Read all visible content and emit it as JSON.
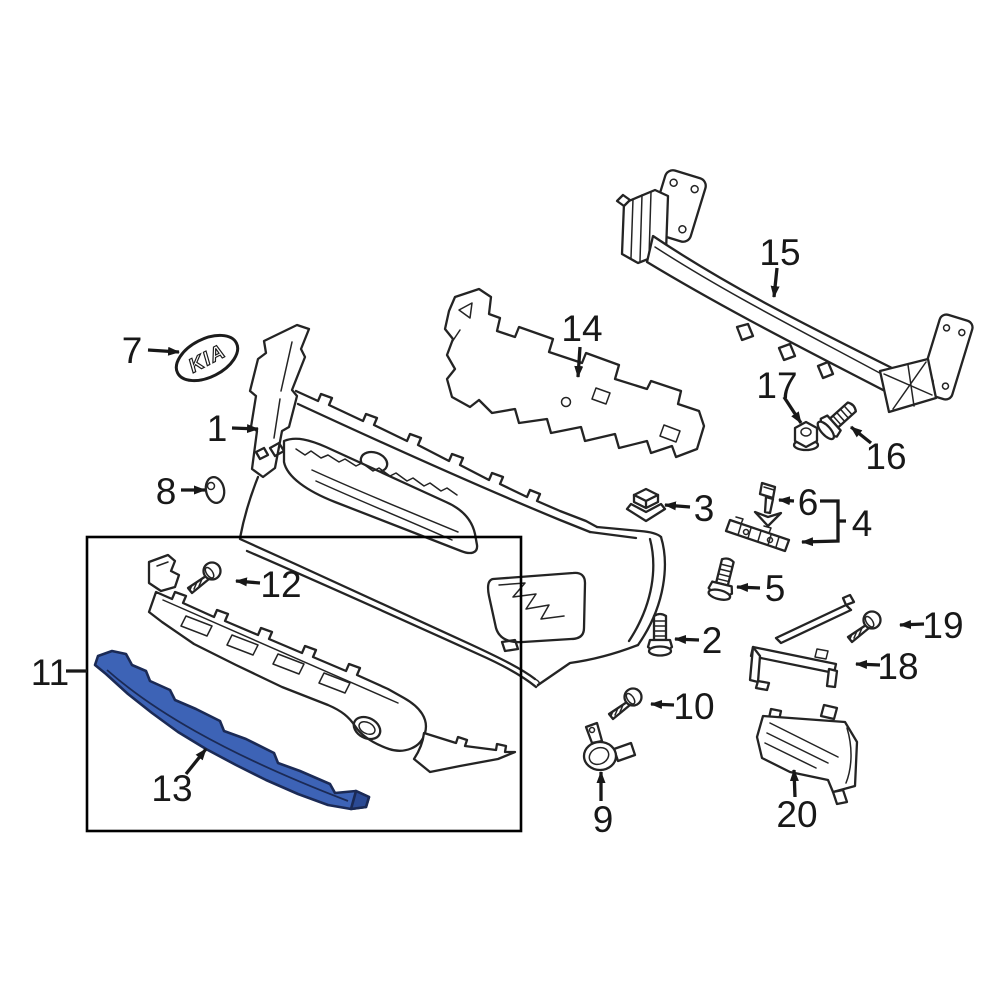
{
  "diagram": {
    "background": "#ffffff",
    "line_color": "#242424",
    "label_color": "#181818",
    "box_color": "#000000",
    "highlight_fill": "#3d63b6",
    "highlight_shade": "#2b4a94",
    "highlighted_part": "13",
    "emblem_text": "KIA",
    "callouts": {
      "n1": "1",
      "n2": "2",
      "n3": "3",
      "n4": "4",
      "n5": "5",
      "n6": "6",
      "n7": "7",
      "n8": "8",
      "n9": "9",
      "n10": "10",
      "n11": "11",
      "n12": "12",
      "n13": "13",
      "n14": "14",
      "n15": "15",
      "n16": "16",
      "n17": "17",
      "n18": "18",
      "n19": "19",
      "n20": "20"
    }
  }
}
